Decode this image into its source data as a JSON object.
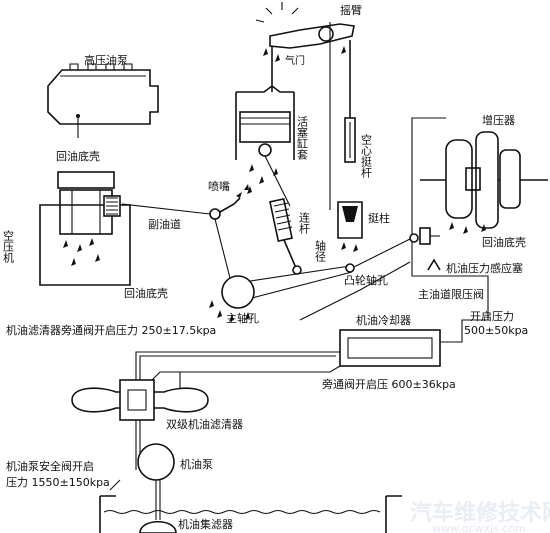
{
  "labels": {
    "high_pressure_pump": "高压油泵",
    "rocker_arm": "摇臂",
    "valve": "气门",
    "return_sump_1": "回油底壳",
    "piston_liner": "活塞缸套",
    "hollow_pushrod": "空心挺杆",
    "nozzle": "喷嘴",
    "connecting_rod": "连杆",
    "tappet": "挺柱",
    "turbocharger": "增压器",
    "return_sump_3": "回油底壳",
    "air_compressor": "空压机",
    "sub_oil_passage": "副油道",
    "bearing_journal": "轴径",
    "cam_bearing_hole": "凸轮轴孔",
    "oil_pressure_sensor": "机油压力感应塞",
    "return_sump_2": "回油底壳",
    "main_gallery_limit_valve": "主油道限压阀",
    "main_bearing_hole": "主轴孔",
    "oil_cooler": "机油冷却器",
    "opening_pressure": "开启压力",
    "opening_pressure_value": "500±50kpa",
    "filter_bypass_valve": "机油滤清器旁通阀开启压力 250±17.5kpa",
    "bypass_valve_pressure": "旁通阀开启压 600±36kpa",
    "dual_filter": "双级机油滤清器",
    "oil_pump": "机油泵",
    "pump_safety_valve_1": "机油泵安全阀开启",
    "pump_safety_valve_2": "压力 1550±150kpa",
    "strainer": "机油集滤器"
  },
  "watermark": {
    "text": "汽车维修技术网",
    "url": "www.qcwxjs.com"
  },
  "colors": {
    "line": "#111111",
    "background": "#ffffff",
    "watermark": "#e8eef6"
  }
}
